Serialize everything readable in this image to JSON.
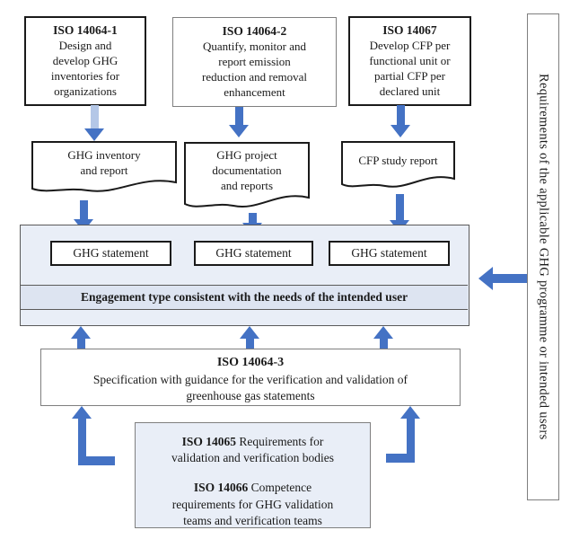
{
  "colors": {
    "arrow": "#4472c4",
    "arrow_light": "#b4c7e7",
    "panel_fill": "#e9eef7",
    "band_fill": "#dde4f1",
    "border_dark": "#1a1a1a",
    "border_gray": "#7f7f7f"
  },
  "top_boxes": [
    {
      "code": "ISO 14064-1",
      "text": "Design and\ndevelop GHG\ninventories for\norganizations"
    },
    {
      "code": "ISO 14064-2",
      "text": "Quantify, monitor and\nreport  emission\nreduction and removal\nenhancement"
    },
    {
      "code": "ISO 14067",
      "text": "Develop CFP per\nfunctional unit or\npartial CFP per\ndeclared unit"
    }
  ],
  "documents": [
    {
      "text": "GHG inventory\nand report"
    },
    {
      "text": "GHG project\ndocumentation\nand reports"
    },
    {
      "text": "CFP study report"
    }
  ],
  "panel": {
    "statements": [
      "GHG statement",
      "GHG statement",
      "GHG statement"
    ],
    "band": "Engagement type consistent with the needs of the intended user"
  },
  "verification": {
    "code": "ISO 14064-3",
    "text": "Specification with guidance for the verification and validation of\ngreenhouse gas statements"
  },
  "bodies": {
    "items": [
      {
        "code": "ISO 14065",
        "text": "Requirements for\nvalidation and verification bodies"
      },
      {
        "code": "ISO 14066",
        "text": "Competence\nrequirements for GHG validation\nteams and verification teams"
      }
    ]
  },
  "side": {
    "text": "Requirements of the applicable GHG programme or intended users"
  }
}
